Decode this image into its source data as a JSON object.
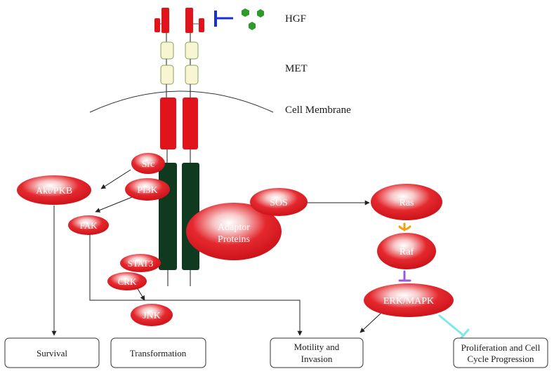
{
  "labels": {
    "hgf": "HGF",
    "met": "MET",
    "membrane": "Cell Membrane"
  },
  "nodes": {
    "src": "Src",
    "pi3k": "PI3K",
    "akt": "Akt/PKB",
    "fak": "FAK",
    "stat3": "STAT3",
    "crk": "CRK",
    "jnk": "JNK",
    "adaptor_line1": "Adaptor",
    "adaptor_line2": "Proteins",
    "sos": "SOS",
    "ras": "Ras",
    "raf": "Raf",
    "erk": "ERK/MAPK"
  },
  "outcomes": {
    "survival": "Survival",
    "transformation": "Transformation",
    "motility_line1": "Motility and",
    "motility_line2": "Invasion",
    "proliferation_line1": "Proliferation and Cell",
    "proliferation_line2": "Cycle Progression"
  },
  "colors": {
    "receptor_red": "#e0141a",
    "kinase_green": "#0f3a1f",
    "sema_pale": "#f7f5d2",
    "sema_border": "#8aa05a",
    "inhibitor_blue": "#1a2fd0",
    "hgf_green": "#2f9a2a",
    "ras_raf_link": "#f0a010",
    "raf_erk_link": "#9b59d6",
    "erk_inhibit": "#7fe8ea"
  }
}
